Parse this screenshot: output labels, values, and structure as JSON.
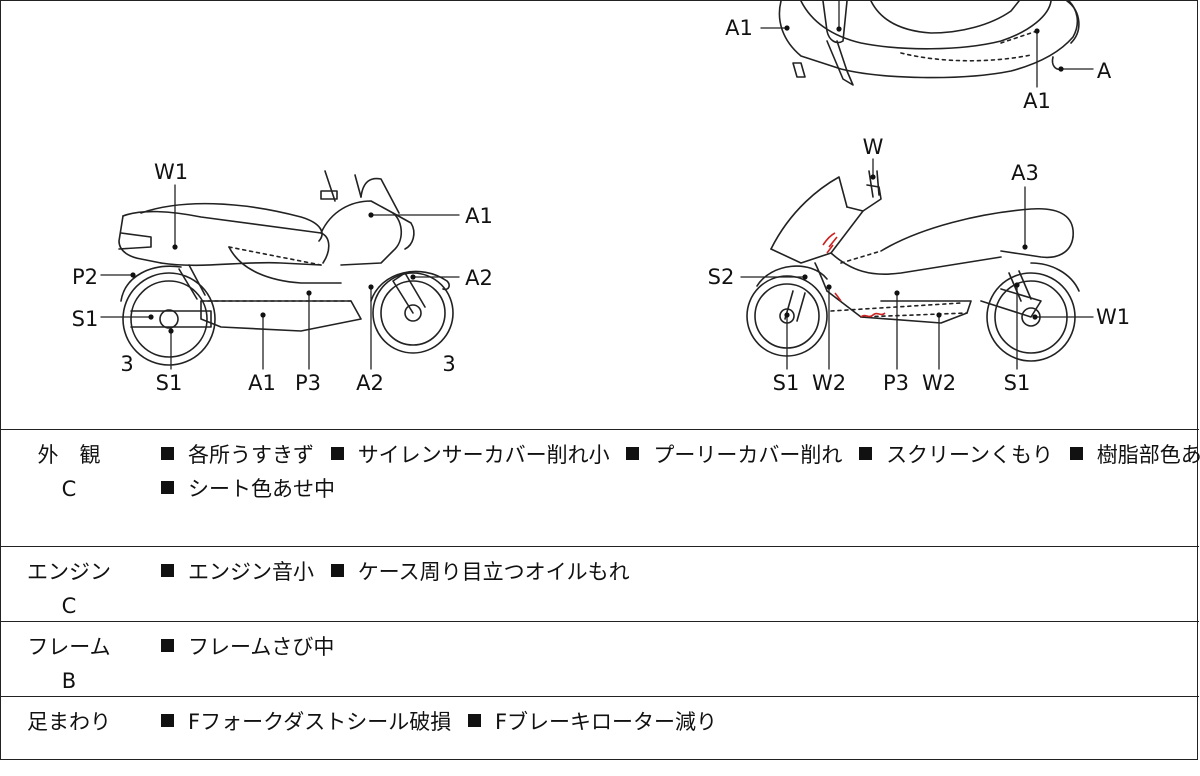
{
  "diagram": {
    "top_view_labels": {
      "a1_left": "A1",
      "a_right": "A",
      "a1_bottom": "A1"
    },
    "left_view_labels": {
      "w1": "W1",
      "a1_right": "A1",
      "p2": "P2",
      "a2_right": "A2",
      "s1_left": "S1",
      "num_left": "3",
      "s1_bottom": "S1",
      "a1_bottom": "A1",
      "p3_bottom": "P3",
      "a2_bottom": "A2",
      "num_right": "3"
    },
    "right_view_labels": {
      "w_top": "W",
      "a3": "A3",
      "s2": "S2",
      "w1_right": "W1",
      "s1_bottom": "S1",
      "w2_bottom_a": "W2",
      "p3_bottom": "P3",
      "w2_bottom_b": "W2",
      "s1_bottom_b": "S1"
    },
    "damage_color": "#cc2222"
  },
  "condition_rows": [
    {
      "title": "外　観",
      "grade": "C",
      "lines": [
        [
          "各所うすきず",
          "サイレンサーカバー削れ小",
          "プーリーカバー削れ",
          "スクリーンくもり",
          "樹脂部色あせ"
        ],
        [
          "シート色あせ中"
        ]
      ]
    },
    {
      "title": "エンジン",
      "grade": "C",
      "lines": [
        [
          "エンジン音小",
          "ケース周り目立つオイルもれ"
        ]
      ]
    },
    {
      "title": "フレーム",
      "grade": "B",
      "lines": [
        [
          "フレームさび中"
        ]
      ]
    },
    {
      "title": "足まわり",
      "grade": "",
      "lines": [
        [
          "Fフォークダストシール破損",
          "Fブレーキローター減り"
        ]
      ]
    }
  ]
}
